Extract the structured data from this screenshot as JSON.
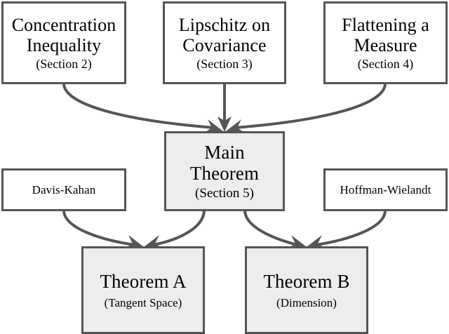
{
  "diagram": {
    "type": "flowchart",
    "orientation": "top-to-bottom",
    "colors": {
      "border": "#555555",
      "shaded_fill": "#ededed",
      "plain_fill": "#ffffff",
      "text": "#000000",
      "background": "#ffffff"
    },
    "nodes": {
      "concentration_inequality": {
        "title": "Concentration\nInequality",
        "subtitle": "(Section 2)",
        "shaded": false
      },
      "lipschitz_on_covariance": {
        "title": "Lipschitz on\nCovariance",
        "subtitle": "(Section 3)",
        "shaded": false
      },
      "flattening_a_measure": {
        "title": "Flattening a\nMeasure",
        "subtitle": "(Section 4)",
        "shaded": false
      },
      "main_theorem": {
        "title": "Main\nTheorem",
        "subtitle": "(Section 5)",
        "shaded": true
      },
      "davis_kahan": {
        "title": "Davis-Kahan",
        "subtitle": "",
        "shaded": false
      },
      "hoffman_wielandt": {
        "title": "Hoffman-Wielandt",
        "subtitle": "",
        "shaded": false
      },
      "theorem_a": {
        "title": "Theorem A",
        "subtitle": "(Tangent Space)",
        "shaded": true
      },
      "theorem_b": {
        "title": "Theorem B",
        "subtitle": "(Dimension)",
        "shaded": true
      }
    },
    "edges": [
      {
        "from": "concentration_inequality",
        "to": "main_theorem",
        "style": "curved-arrow"
      },
      {
        "from": "lipschitz_on_covariance",
        "to": "main_theorem",
        "style": "straight-arrow"
      },
      {
        "from": "flattening_a_measure",
        "to": "main_theorem",
        "style": "curved-arrow"
      },
      {
        "from": "davis_kahan",
        "to": "theorem_a",
        "style": "curved-arrow"
      },
      {
        "from": "main_theorem",
        "to": "theorem_a",
        "style": "curved-arrow"
      },
      {
        "from": "main_theorem",
        "to": "theorem_b",
        "style": "curved-arrow"
      },
      {
        "from": "hoffman_wielandt",
        "to": "theorem_b",
        "style": "curved-arrow"
      }
    ]
  }
}
